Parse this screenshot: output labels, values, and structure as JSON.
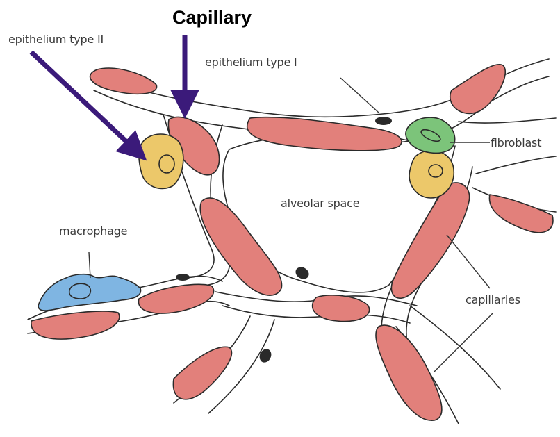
{
  "labels": {
    "capillary": "Capillary",
    "epithelium_type_2": "epithelium type II",
    "epithelium_type_1": "epithelium type I",
    "fibroblast": "fibroblast",
    "alveolar_space": "alveolar space",
    "macrophage": "macrophage",
    "capillaries": "capillaries"
  },
  "colors": {
    "capillary_fill": "#e2807b",
    "pneumocyte_type2_fill": "#ecc86a",
    "fibroblast_fill": "#7cc47a",
    "macrophage_fill": "#7fb5e2",
    "callout_arrow": "#3b1a7a",
    "outline": "#2a2a2a"
  }
}
